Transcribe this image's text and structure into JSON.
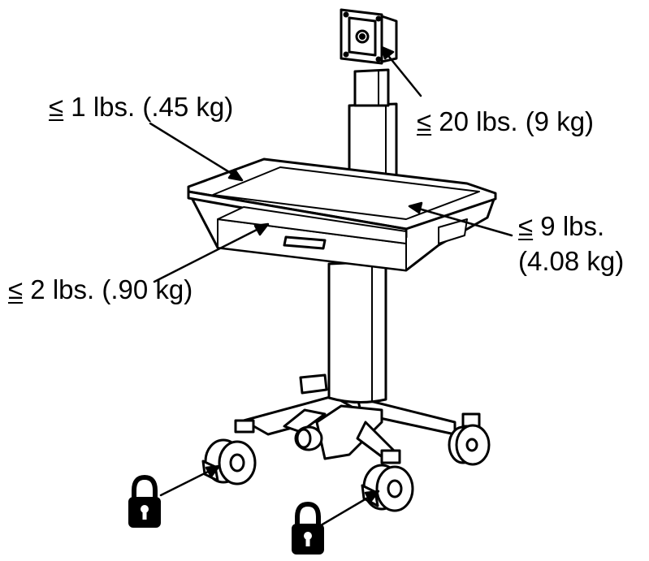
{
  "labels": {
    "top_tray": {
      "symbol": "≤",
      "text": " 1 lbs. (.45 kg)"
    },
    "monitor": {
      "symbol": "≤",
      "text": " 20 lbs. (9 kg)"
    },
    "worksurface": {
      "symbol": "≤",
      "text": " 9 lbs.",
      "line2": "(4.08 kg)"
    },
    "keyboard_tray": {
      "symbol": "≤",
      "text": " 2 lbs. (.90 kg)"
    }
  },
  "icons": [
    "lock-icon",
    "lock-icon"
  ],
  "colors": {
    "ink": "#000000",
    "paper": "#ffffff"
  }
}
